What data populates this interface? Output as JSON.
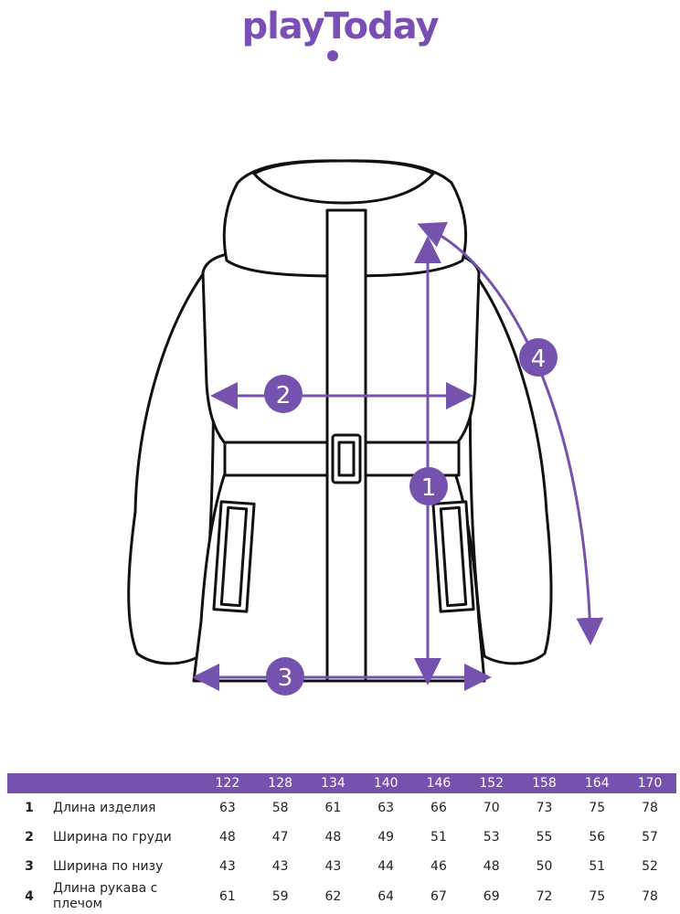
{
  "brand": {
    "logo_text": "playToday"
  },
  "badges": [
    "1",
    "2",
    "3",
    "4"
  ],
  "table": {
    "sizes": [
      "122",
      "128",
      "134",
      "140",
      "146",
      "152",
      "158",
      "164",
      "170"
    ],
    "rows": [
      {
        "num": "1",
        "label": "Длина изделия",
        "values": [
          "63",
          "58",
          "61",
          "63",
          "66",
          "70",
          "73",
          "75",
          "78"
        ]
      },
      {
        "num": "2",
        "label": "Ширина по груди",
        "values": [
          "48",
          "47",
          "48",
          "49",
          "51",
          "53",
          "55",
          "56",
          "57"
        ]
      },
      {
        "num": "3",
        "label": "Ширина по низу",
        "values": [
          "43",
          "43",
          "43",
          "44",
          "46",
          "48",
          "50",
          "51",
          "52"
        ]
      },
      {
        "num": "4",
        "label": "Длина рукава с плечом",
        "values": [
          "61",
          "59",
          "62",
          "64",
          "67",
          "69",
          "72",
          "75",
          "78"
        ]
      }
    ]
  },
  "colors": {
    "accent": "#7552ad",
    "outline": "#111111"
  },
  "icons": {
    "logo_dot": "logo-dot-icon"
  }
}
